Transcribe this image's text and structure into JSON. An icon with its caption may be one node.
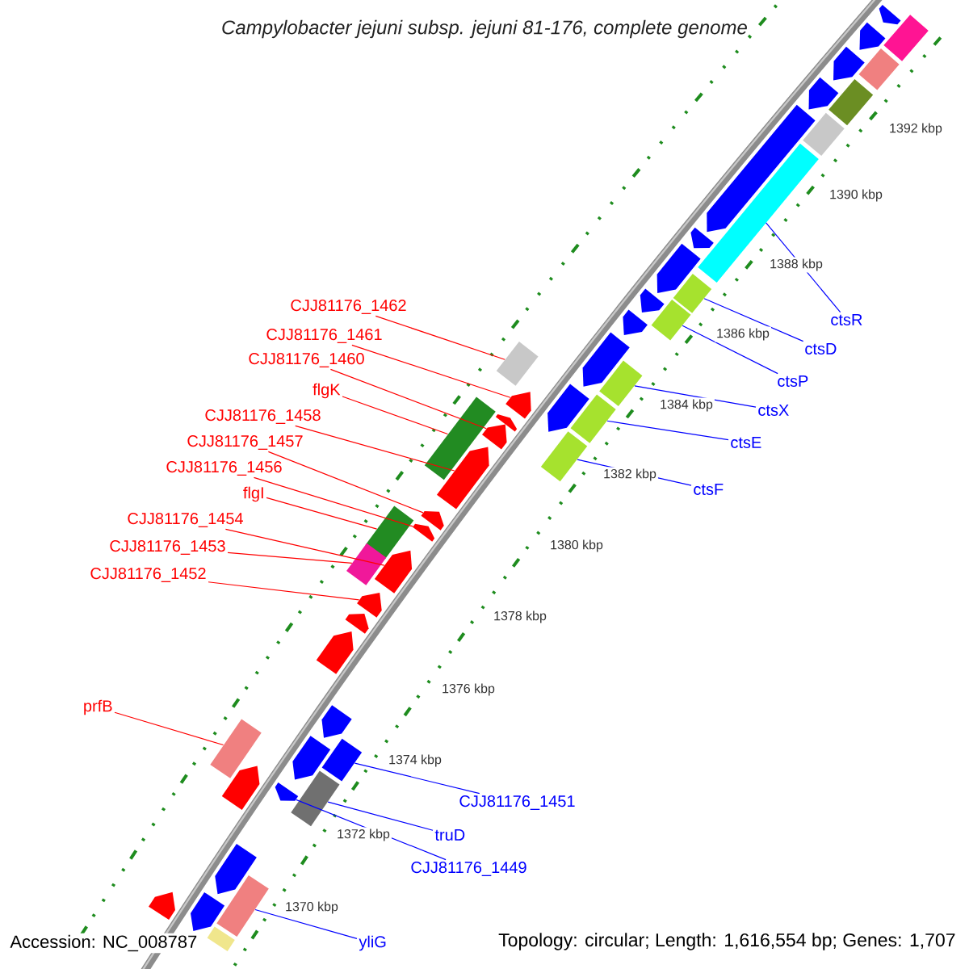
{
  "diagram": {
    "title": "Campylobacter jejuni subsp. jejuni 81-176, complete genome",
    "nodes": [
      {
        "text": [
          "CJJ81176_1462"
        ]
      },
      {
        "text": [
          "CJJ81176_1461"
        ]
      },
      {
        "text": [
          "CJJ81176_1460"
        ]
      },
      {
        "text": [
          "flgK"
        ]
      },
      {
        "text": [
          "CJJ81176_1458"
        ]
      },
      {
        "text": [
          "CJJ81176_1457"
        ]
      },
      {
        "text": [
          "CJJ81176_1456"
        ]
      },
      {
        "text": [
          "flgI"
        ]
      },
      {
        "text": [
          "CJJ81176_1454"
        ]
      },
      {
        "text": [
          "CJJ81176_1453"
        ]
      },
      {
        "text": [
          "CJJ81176_1452"
        ]
      },
      {
        "text": [
          "prfB"
        ]
      },
      {
        "text": [
          "ctsR"
        ]
      },
      {
        "text": [
          "ctsD"
        ]
      },
      {
        "text": [
          "ctsP"
        ]
      },
      {
        "text": [
          "ctsX"
        ]
      },
      {
        "text": [
          "ctsE"
        ]
      },
      {
        "text": [
          "ctsF"
        ]
      },
      {
        "text": [
          "CJJ81176_1451"
        ]
      },
      {
        "text": [
          "truD"
        ]
      },
      {
        "text": [
          "CJJ81176_1449"
        ]
      },
      {
        "text": [
          "yliG"
        ]
      },
      {
        "text": [],
        "shape": "bar"
      },
      {
        "text": [],
        "shape": "bar"
      },
      {
        "text": [],
        "shape": "bar"
      },
      {
        "text": [],
        "shape": "bar"
      },
      {
        "text": [],
        "shape": "bar"
      },
      {
        "text": [],
        "shape": "bar"
      },
      {
        "text": [],
        "shape": "bar"
      },
      {
        "text": [],
        "shape": "bar"
      },
      {
        "text": [],
        "shape": "bar"
      },
      {
        "text": [],
        "shape": "bar"
      },
      {
        "text": [],
        "shape": "bar"
      },
      {
        "text": [],
        "shape": "bar"
      },
      {
        "text": [],
        "shape": "bar"
      },
      {
        "text": [],
        "shape": "bar"
      },
      {
        "text": [],
        "shape": "bar"
      },
      {
        "text": [],
        "shape": "bar"
      },
      {
        "text": [],
        "shape": "bar"
      },
      {
        "text": [],
        "shape": "bar"
      },
      {
        "text": [],
        "shape": "bar"
      },
      {
        "text": [],
        "shape": "bar"
      },
      {
        "text": [],
        "shape": "bar"
      },
      {
        "text": [],
        "shape": "bar"
      },
      {
        "text": [],
        "shape": "bar"
      },
      {
        "text": [],
        "shape": "bar"
      },
      {
        "text": [],
        "shape": "bar"
      },
      {
        "text": [],
        "shape": "bar"
      },
      {
        "text": [],
        "shape": "bar"
      },
      {
        "text": [],
        "shape": "bar"
      },
      {
        "text": [],
        "shape": "bar"
      },
      {
        "text": [],
        "shape": "bar"
      },
      {
        "text": [],
        "shape": "bar"
      },
      {
        "text": [],
        "shape": "bar"
      },
      {
        "text": [],
        "shape": "bar"
      },
      {
        "text": [],
        "shape": "bar"
      },
      {
        "text": [],
        "shape": "bar"
      },
      {
        "text": [],
        "shape": "bar"
      },
      {
        "text": [],
        "shape": "bar"
      },
      {
        "text": [],
        "shape": "bar"
      },
      {
        "text": [],
        "shape": "bar"
      },
      {
        "text": [],
        "shape": "bar"
      },
      {
        "text": [],
        "shape": "bar"
      },
      {
        "text": [],
        "shape": "bar"
      },
      {
        "text": [],
        "shape": "bar"
      },
      {
        "text": [],
        "shape": "bar"
      },
      {
        "text": [],
        "shape": "bar"
      },
      {
        "text": [],
        "shape": "bar"
      },
      {
        "text": [],
        "shape": "bar"
      }
    ],
    "edges": [
      {
        "from": 0,
        "to": 22,
        "arrow": "none"
      },
      {
        "from": 1,
        "to": 23,
        "arrow": "none"
      },
      {
        "from": 2,
        "to": 24,
        "arrow": "none"
      },
      {
        "from": 3,
        "to": 25,
        "arrow": "none"
      },
      {
        "from": 4,
        "to": 26,
        "arrow": "none"
      },
      {
        "from": 5,
        "to": 27,
        "arrow": "none"
      },
      {
        "from": 6,
        "to": 28,
        "arrow": "none"
      },
      {
        "from": 7,
        "to": 29,
        "arrow": "none"
      },
      {
        "from": 8,
        "to": 30,
        "arrow": "none"
      },
      {
        "from": 9,
        "to": 31,
        "arrow": "none"
      },
      {
        "from": 10,
        "to": 32,
        "arrow": "none"
      },
      {
        "from": 11,
        "to": 33,
        "arrow": "none"
      },
      {
        "from": 12,
        "to": 34,
        "arrow": "none",
        "color": "#0000ff"
      },
      {
        "from": 13,
        "to": 35,
        "arrow": "none",
        "color": "#0000ff"
      },
      {
        "from": 14,
        "to": 36,
        "arrow": "none",
        "color": "#0000ff"
      },
      {
        "from": 15,
        "to": 37,
        "arrow": "none",
        "color": "#0000ff"
      },
      {
        "from": 16,
        "to": 38,
        "arrow": "none",
        "color": "#0000ff"
      },
      {
        "from": 17,
        "to": 39,
        "arrow": "none",
        "color": "#0000ff"
      },
      {
        "from": 18,
        "to": 40,
        "arrow": "none",
        "color": "#0000ff"
      },
      {
        "from": 19,
        "to": 41,
        "arrow": "none",
        "color": "#0000ff"
      },
      {
        "from": 20,
        "to": 42,
        "arrow": "none",
        "color": "#0000ff"
      },
      {
        "from": 21,
        "to": 43,
        "arrow": "none",
        "color": "#0000ff"
      }
    ],
    "labels": [
      "1392 kbp",
      "1390 kbp",
      "1388 kbp",
      "1386 kbp",
      "1384 kbp",
      "1382 kbp",
      "1380 kbp",
      "1378 kbp",
      "1376 kbp",
      "1374 kbp",
      "1372 kbp",
      "1370 kbp",
      "Accession: NC_008787",
      "Topology: circular; Length: 1,616,554 bp; Genes: 1,707"
    ]
  }
}
